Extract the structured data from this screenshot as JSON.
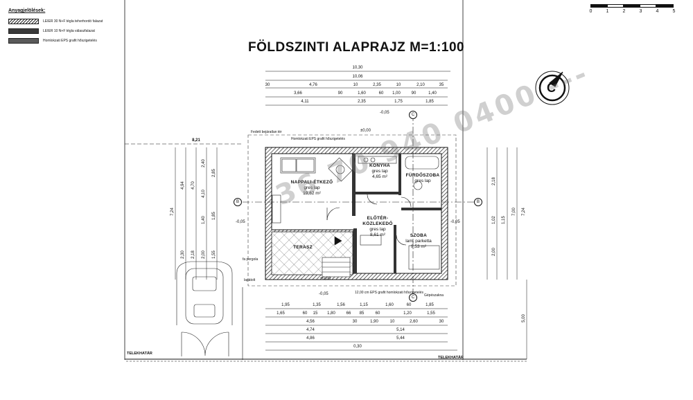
{
  "legend": {
    "title": "Anyagjelölések:",
    "items": [
      {
        "text": "LEIER 30 N+F tégla teherhordó falazat",
        "pattern": "hatch"
      },
      {
        "text": "LEIER 10 N+F tégla válaszfalazat",
        "pattern": "dark"
      },
      {
        "text": "Homlokzati EPS grafit hőszigetelés",
        "pattern": "dot"
      }
    ]
  },
  "title": "FÖLDSZINTI ALAPRAJZ M=1:100",
  "scale_bar": {
    "labels": [
      "0",
      "1",
      "2",
      "3",
      "4",
      "5"
    ]
  },
  "rooms": {
    "nappali": {
      "name": "NAPPALI-ÉTKEZŐ",
      "floor": "gres lap",
      "area": "19,62 m²"
    },
    "konyha": {
      "name": "KONYHA",
      "floor": "gres lap",
      "area": "4,65 m²"
    },
    "furdo": {
      "name": "FÜRDŐSZOBA",
      "floor": "gres lap"
    },
    "eloter": {
      "name": "ELŐTÉR-",
      "name2": "KÖZLEKEDŐ",
      "floor": "gres lap",
      "area": "8,61 m²"
    },
    "szoba": {
      "name": "SZOBA",
      "floor": "lam. parketta",
      "area": "9,53 m²"
    },
    "terasz": {
      "name": "TERASZ"
    }
  },
  "boundary": {
    "left": "TELEKHATÁR",
    "right": "TELEKHATÁR"
  },
  "levels": {
    "top": "±0,00",
    "top_minus": "-0,05",
    "bottom": "±0,00",
    "bottom_minus": "-0,05",
    "left": "-0,05",
    "right": "-0,05"
  },
  "section_marks": {
    "b": "B",
    "c": "C"
  },
  "dims_top": {
    "r1": [
      "10,30"
    ],
    "r2": [
      "10,06"
    ],
    "r3": [
      "30",
      "4,76",
      "10",
      "2,35",
      "10",
      "2,10",
      "35"
    ],
    "r4": [
      "3,66",
      "90",
      "1,60",
      "60",
      "1,00",
      "90",
      "1,40"
    ],
    "r5": [
      "4,11",
      "2,35",
      "1,75",
      "1,85"
    ]
  },
  "dims_bottom": {
    "r1": [
      "1,95",
      "1,35",
      "1,56",
      "1,15",
      "1,60",
      "60",
      "1,85"
    ],
    "r2": [
      "1,65",
      "60",
      "15",
      "1,80",
      "66",
      "85",
      "60",
      "1,20",
      "1,55"
    ],
    "r3": [
      "4,56",
      "30",
      "1,90",
      "10",
      "2,60",
      "30"
    ],
    "r4": [
      "4,74",
      "5,14"
    ],
    "r5": [
      "4,86",
      "5,44"
    ],
    "r6": [
      "0,30"
    ]
  },
  "dims_left": [
    "7,24",
    "4,94",
    "4,70",
    "4,10",
    "2,85",
    "2,40",
    "1,85",
    "1,40",
    "2,30",
    "2,18",
    "2,00",
    "1,55"
  ],
  "dims_right": [
    "7,24",
    "7,00",
    "2,18",
    "1,02",
    "2,00",
    "1,15",
    "5,00"
  ],
  "misc": {
    "left_depth": "8,21",
    "watermark": "36 70 940 0400 ---"
  },
  "annotations": [
    "Fedett bejáratlan tér",
    "Homlokzati EPS grafit hőszigetelés",
    "12,00 cm EPS grafit homlokzati hőszigetelés",
    "Gépészakna",
    "fa pergola",
    "lapátolt"
  ]
}
